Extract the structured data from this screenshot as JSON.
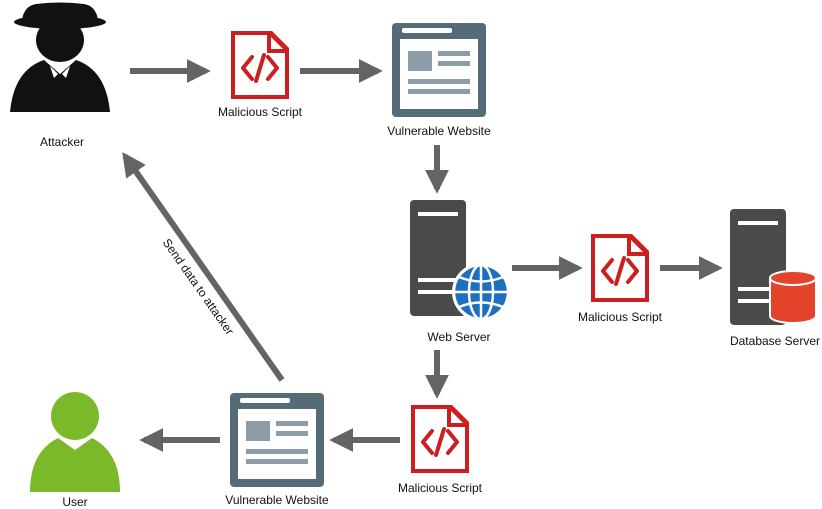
{
  "nodes": {
    "attacker": {
      "label": "Attacker",
      "icon": "spy-icon"
    },
    "script_top": {
      "label": "Malicious Script",
      "icon": "code-file-icon"
    },
    "website_top": {
      "label": "Vulnerable Website",
      "icon": "browser-window-icon"
    },
    "web_server": {
      "label": "Web Server",
      "icon": "server-globe-icon"
    },
    "script_right": {
      "label": "Malicious Script",
      "icon": "code-file-icon"
    },
    "database_server": {
      "label": "Database Server",
      "icon": "server-database-icon"
    },
    "script_bottom": {
      "label": "Malicious Script",
      "icon": "code-file-icon"
    },
    "website_bottom": {
      "label": "Vulnerable Website",
      "icon": "browser-window-icon"
    },
    "user": {
      "label": "User",
      "icon": "user-icon"
    }
  },
  "edges": {
    "return_label": "Send data to attacker"
  },
  "colors": {
    "arrow": "#646464",
    "script_red": "#cc1f1f",
    "window_slate": "#556b78",
    "server_dark": "#4a4a4a",
    "globe_blue": "#1f6fc1",
    "db_red": "#e2432a",
    "user_green": "#7ab929"
  }
}
